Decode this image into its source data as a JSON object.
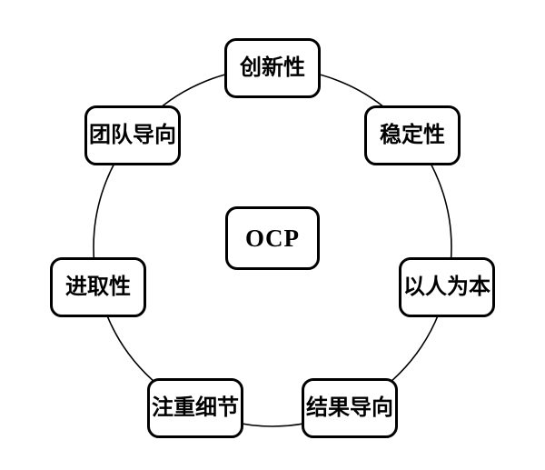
{
  "diagram": {
    "center_node": {
      "label": "OCP"
    },
    "nodes": [
      {
        "id": "innovation",
        "label": "创新性",
        "position": "top"
      },
      {
        "id": "stability",
        "label": "稳定性",
        "position": "top-right"
      },
      {
        "id": "people-oriented",
        "label": "以人为本",
        "position": "right"
      },
      {
        "id": "result-oriented",
        "label": "结果导向",
        "position": "bottom-right"
      },
      {
        "id": "detail-oriented",
        "label": "注重细节",
        "position": "bottom-left"
      },
      {
        "id": "enterprising",
        "label": "进取性",
        "position": "left"
      },
      {
        "id": "team-oriented",
        "label": "团队导向",
        "position": "top-left"
      }
    ],
    "colors": {
      "stroke": "#000000",
      "node_fill": "#ffffff",
      "background": "#ffffff"
    }
  }
}
